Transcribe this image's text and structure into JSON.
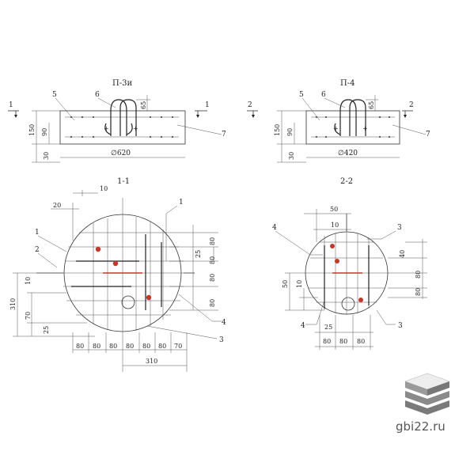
{
  "views": {
    "p3u": {
      "title": "П-3и",
      "section_mark": "1",
      "callouts": [
        "5",
        "6",
        "7"
      ],
      "dims_left": [
        "150",
        "90",
        "30"
      ],
      "dim_top": "65",
      "diameter": "∅620"
    },
    "p4": {
      "title": "П-4",
      "section_mark": "2",
      "callouts": [
        "5",
        "6",
        "7"
      ],
      "dims_left": [
        "150",
        "90",
        "30"
      ],
      "dim_top": "65",
      "diameter": "∅420"
    }
  },
  "sections": {
    "s11": {
      "title": "1-1",
      "callouts": [
        "1",
        "2",
        "1",
        "3",
        "4"
      ],
      "top_dims": [
        "10",
        "20"
      ],
      "right_dims": [
        "80",
        "25",
        "80",
        "80",
        "80"
      ],
      "left_dims": [
        "10",
        "310",
        "70",
        "25"
      ],
      "bottom_dims": [
        "80",
        "80",
        "80",
        "80",
        "80",
        "80",
        "70"
      ],
      "bottom_total": "310"
    },
    "s22": {
      "title": "2-2",
      "callouts": [
        "4",
        "3",
        "4",
        "3"
      ],
      "top_dims": [
        "50",
        "10"
      ],
      "right_dims": [
        "40",
        "80",
        "80"
      ],
      "left_dims": [
        "50",
        "10"
      ],
      "bottom_dims": [
        "25",
        "80",
        "80",
        "80"
      ]
    }
  },
  "watermark": "gbi22.ru"
}
